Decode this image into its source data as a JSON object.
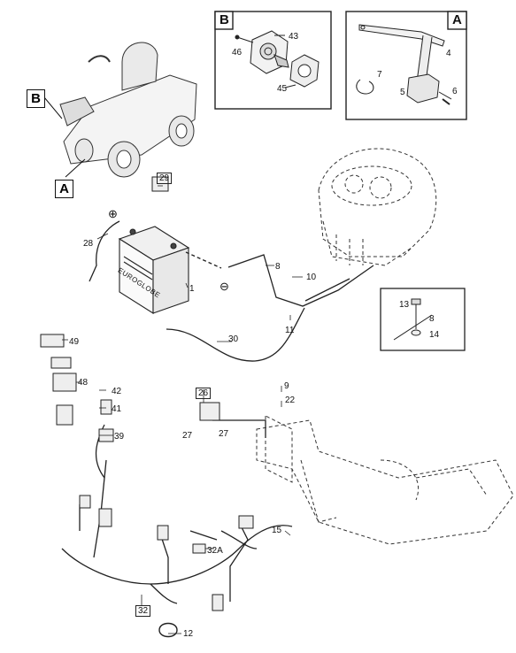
{
  "insets": {
    "b_label": "B",
    "a_label": "A",
    "b_parts": [
      "43",
      "46",
      "45"
    ],
    "a_parts": [
      "4",
      "7",
      "5",
      "6"
    ],
    "ground_parts": [
      "13",
      "8",
      "14"
    ]
  },
  "tractor_labels": {
    "b": "B",
    "a": "A"
  },
  "parts": {
    "p1": "1",
    "p8": "8",
    "p9": "9",
    "p10": "10",
    "p11": "11",
    "p12": "12",
    "p15": "15",
    "p22": "22",
    "p26": "26",
    "p27a": "27",
    "p27b": "27",
    "p28": "28",
    "p29": "29",
    "p30": "30",
    "p32": "32",
    "p32a": "32A",
    "p39": "39",
    "p41": "41",
    "p42": "42",
    "p48": "48",
    "p49": "49"
  },
  "battery_brand": "EUROGLOBE",
  "symbols": {
    "plus": "⊕",
    "minus": "⊖"
  }
}
